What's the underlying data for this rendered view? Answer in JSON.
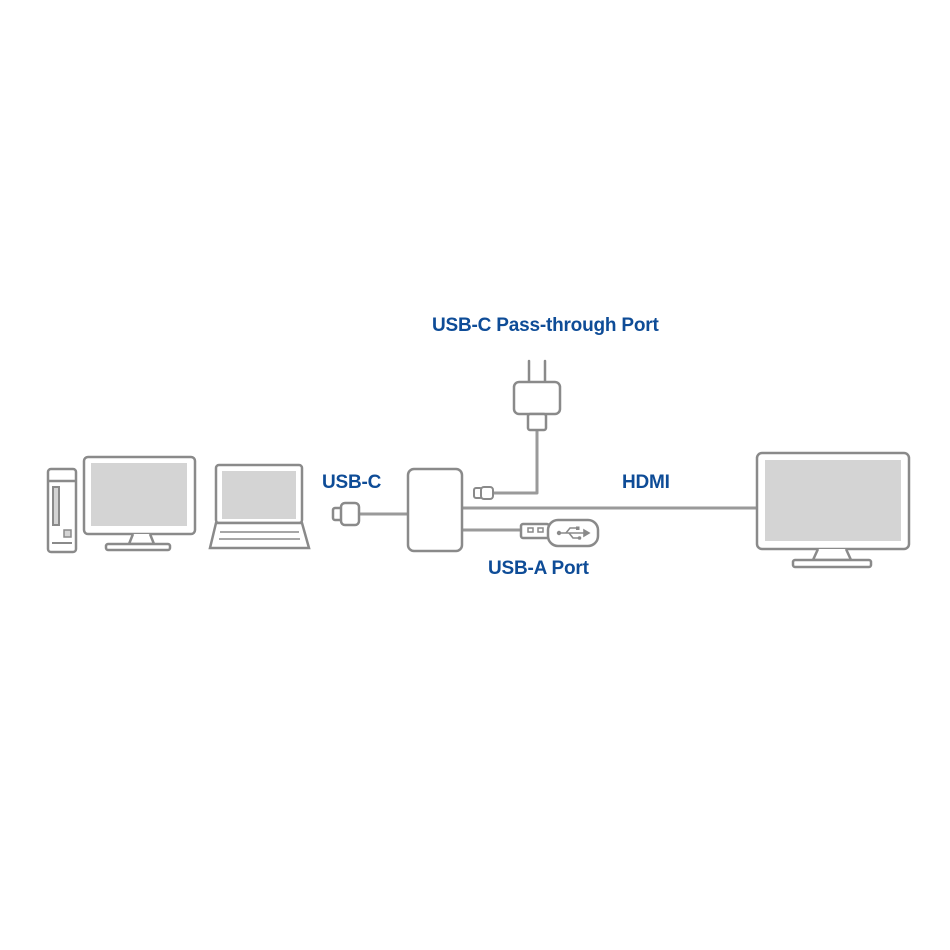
{
  "diagram": {
    "labels": {
      "passthrough": "USB-C Pass-through Port",
      "usb_c": "USB-C",
      "hdmi": "HDMI",
      "usb_a": "USB-A Port"
    },
    "colors": {
      "label_text": "#0e4c97",
      "device_outline": "#8a8a8a",
      "device_fill": "#ffffff",
      "screen_fill": "#d4d4d4",
      "cable": "#9a9a9a"
    },
    "icons": [
      "desktop-tower-icon",
      "desktop-monitor-icon",
      "laptop-icon",
      "usb-c-plug-icon",
      "hub-adapter-icon",
      "power-adapter-icon",
      "usb-a-drive-icon",
      "display-monitor-icon"
    ]
  }
}
